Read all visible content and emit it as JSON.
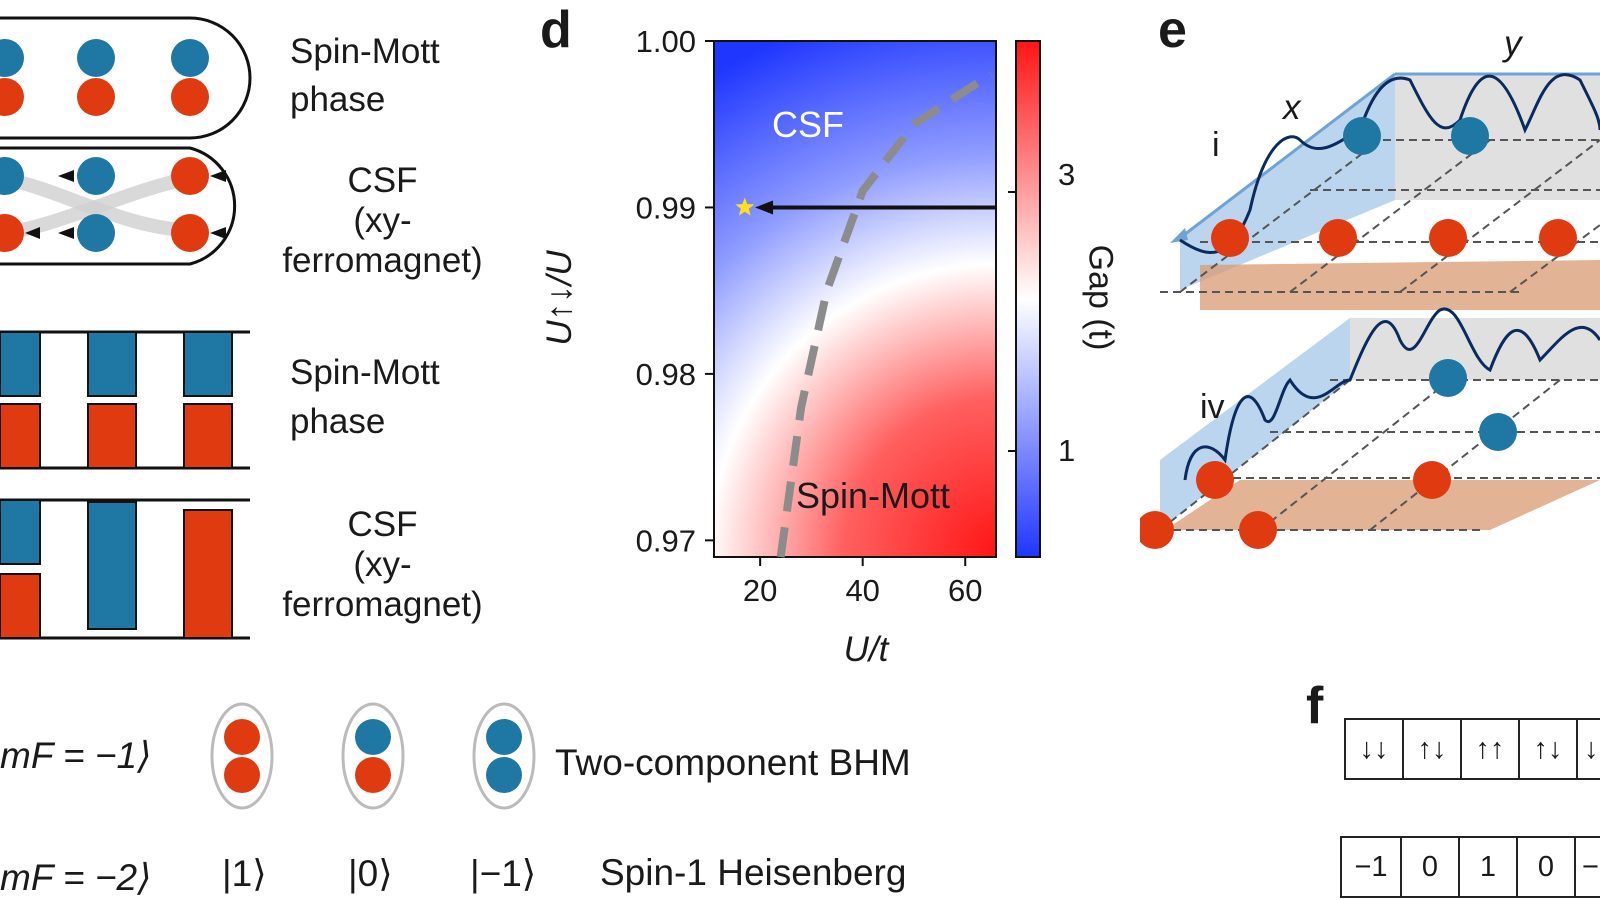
{
  "left_panel": {
    "row1_label_line1": "Spin-Mott",
    "row1_label_line2": "phase",
    "row2_label_line1": "CSF",
    "row2_label_line2": "(xy-",
    "row2_label_line3": "ferromagnet)",
    "row3_label_line1": "Spin-Mott",
    "row3_label_line2": "phase",
    "row4_label_line1": "CSF",
    "row4_label_line2": "(xy-",
    "row4_label_line3": "ferromagnet)"
  },
  "panel_d": {
    "letter": "d",
    "region_csf": "CSF",
    "region_spin_mott": "Spin-Mott",
    "colorbar_label": "Gap (t)",
    "colorbar_ticks": [
      "3",
      "1"
    ],
    "colors": {
      "low": "#1e3cff",
      "mid": "#ffffff",
      "high": "#ff1a1a",
      "marker": "#ffe01a",
      "boundary": "#8c8c8c"
    }
  },
  "panel_e": {
    "letter": "e",
    "axis_x": "x",
    "axis_y": "y",
    "sub_i": "i",
    "sub_iv": "iv"
  },
  "panel_f": {
    "letter": "f",
    "row1": [
      "↓↓",
      "↑↓",
      "↑↑",
      "↑↓",
      "↓"
    ],
    "row2": [
      "−1",
      "0",
      "1",
      "0",
      "−"
    ]
  },
  "legend": {
    "state1": "mF = −1⟩",
    "state2": "mF = −2⟩",
    "bhm_label": "Two-component BHM",
    "ket1": "|1⟩",
    "ket0": "|0⟩",
    "ketm1": "|−1⟩",
    "heisenberg_label": "Spin-1 Heisenberg",
    "colors": {
      "blue": "#1f77a4",
      "red": "#e03a10"
    }
  },
  "chart_data": {
    "type": "heatmap",
    "xlabel": "U/t",
    "ylabel": "U↑↓/U",
    "x_ticks": [
      "20",
      "40",
      "60"
    ],
    "y_ticks": [
      "1.00",
      "0.99",
      "0.98",
      "0.97"
    ],
    "xlim": [
      11,
      66
    ],
    "ylim": [
      0.969,
      1.0
    ],
    "colorbar_range": [
      0,
      4
    ],
    "phase_boundary": [
      [
        24,
        0.969
      ],
      [
        28,
        0.978
      ],
      [
        33,
        0.985
      ],
      [
        40,
        0.991
      ],
      [
        50,
        0.995
      ],
      [
        65,
        0.998
      ]
    ],
    "marker": {
      "x": 17,
      "y": 0.99
    },
    "arrow": {
      "from_x": 66,
      "to_x": 19,
      "y": 0.99
    }
  }
}
